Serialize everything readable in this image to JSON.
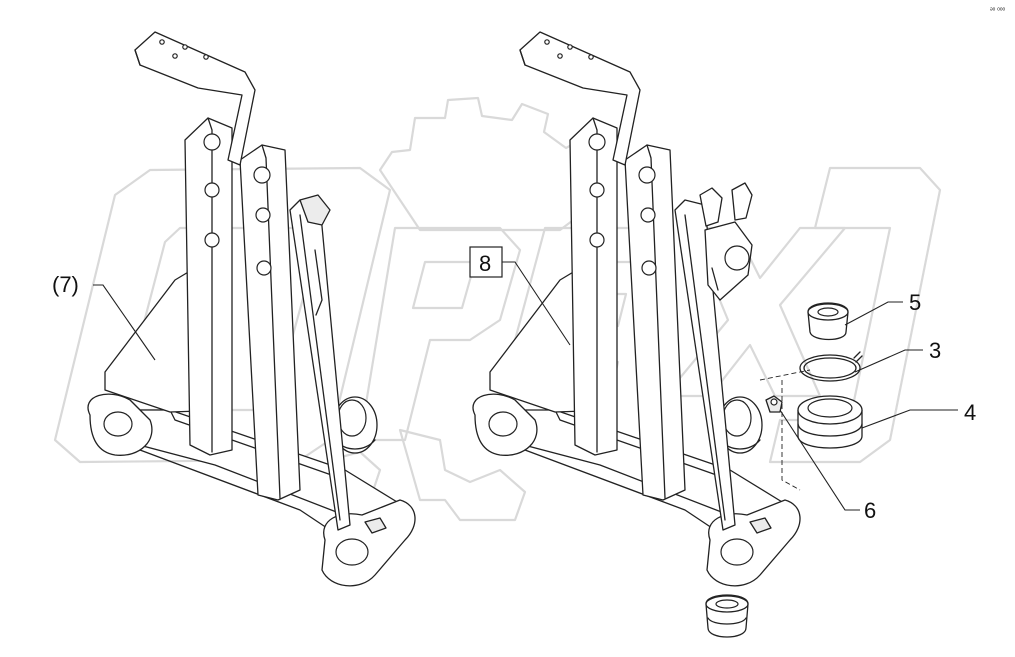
{
  "callouts": {
    "c7": "(7)",
    "c8": "8",
    "c5": "5",
    "c3": "3",
    "c4": "4",
    "c6": "6"
  },
  "watermark": {
    "text": "OPEX",
    "color": "#d9d9d9"
  },
  "corner_mark": "ᵊᵒ ᵒᵒᵒ"
}
